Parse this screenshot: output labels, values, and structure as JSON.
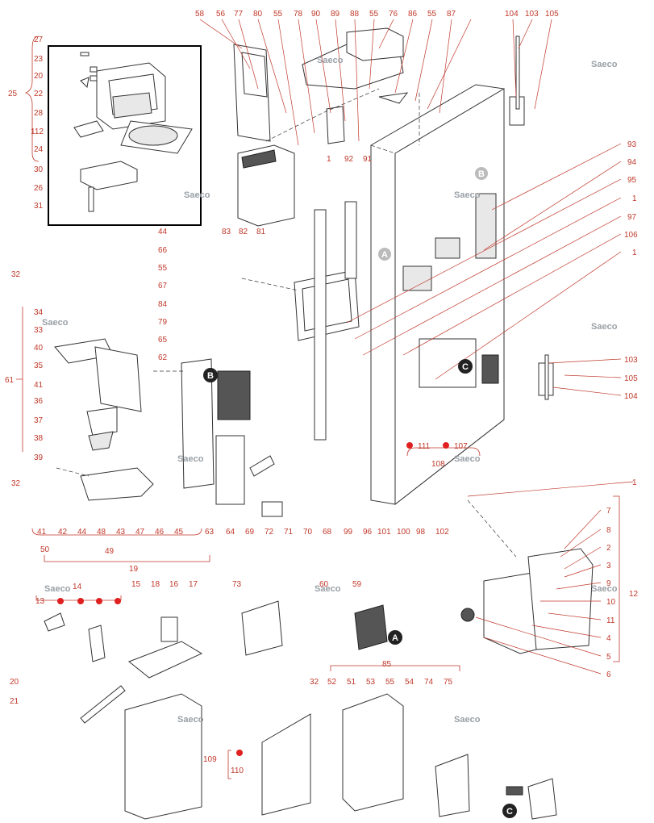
{
  "watermark": {
    "brand": "Saeco"
  },
  "markers": {
    "a": "A",
    "b": "B",
    "c": "C"
  },
  "labels": {
    "top": [
      "58",
      "56",
      "77",
      "80",
      "55",
      "78",
      "90",
      "89",
      "88",
      "55",
      "76",
      "86",
      "55",
      "87",
      "104",
      "103",
      "105"
    ],
    "inset": [
      "27",
      "23",
      "20",
      "22",
      "28",
      "112",
      "24",
      "30",
      "26",
      "31",
      "25"
    ],
    "center": [
      "1",
      "92",
      "91",
      "83",
      "82",
      "81",
      "44",
      "66",
      "55",
      "67",
      "84",
      "79",
      "65",
      "62",
      "63",
      "64",
      "69",
      "72",
      "71",
      "70",
      "68",
      "99",
      "96",
      "101",
      "100",
      "98",
      "102",
      "111",
      "107",
      "108"
    ],
    "right": [
      "93",
      "94",
      "95",
      "1",
      "97",
      "106",
      "1",
      "103",
      "105",
      "104"
    ],
    "left": [
      "32",
      "34",
      "33",
      "40",
      "35",
      "41",
      "36",
      "37",
      "38",
      "39",
      "61",
      "32",
      "41",
      "42",
      "44",
      "48",
      "43",
      "47",
      "46",
      "45",
      "49"
    ],
    "lower_right": [
      "1",
      "7",
      "8",
      "2",
      "3",
      "9",
      "10",
      "11",
      "4",
      "5",
      "6",
      "12"
    ],
    "bottom": [
      "50",
      "19",
      "13",
      "14",
      "15",
      "18",
      "16",
      "17",
      "73",
      "60",
      "59",
      "20",
      "21",
      "109",
      "110",
      "85",
      "32",
      "52",
      "51",
      "53",
      "55",
      "54",
      "74",
      "75"
    ]
  }
}
